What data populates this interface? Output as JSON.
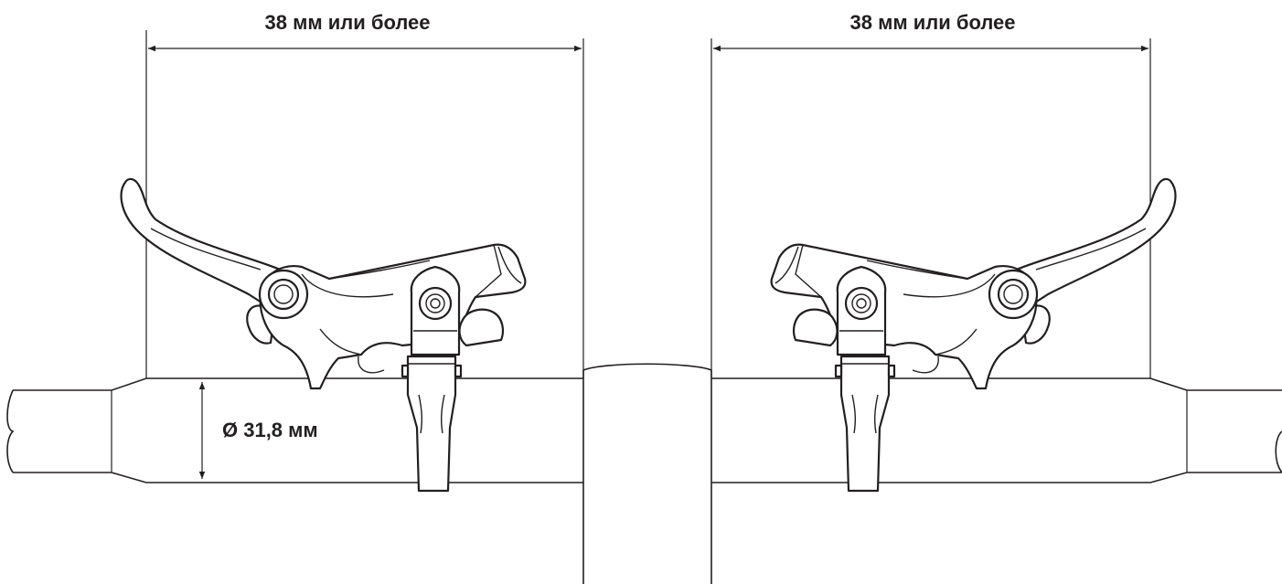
{
  "dimensions": {
    "left_width_label": "38 мм или более",
    "right_width_label": "38 мм или более",
    "diameter_label": "Ø 31,8 мм"
  },
  "colors": {
    "line": "#231f20",
    "background": "#ffffff"
  }
}
